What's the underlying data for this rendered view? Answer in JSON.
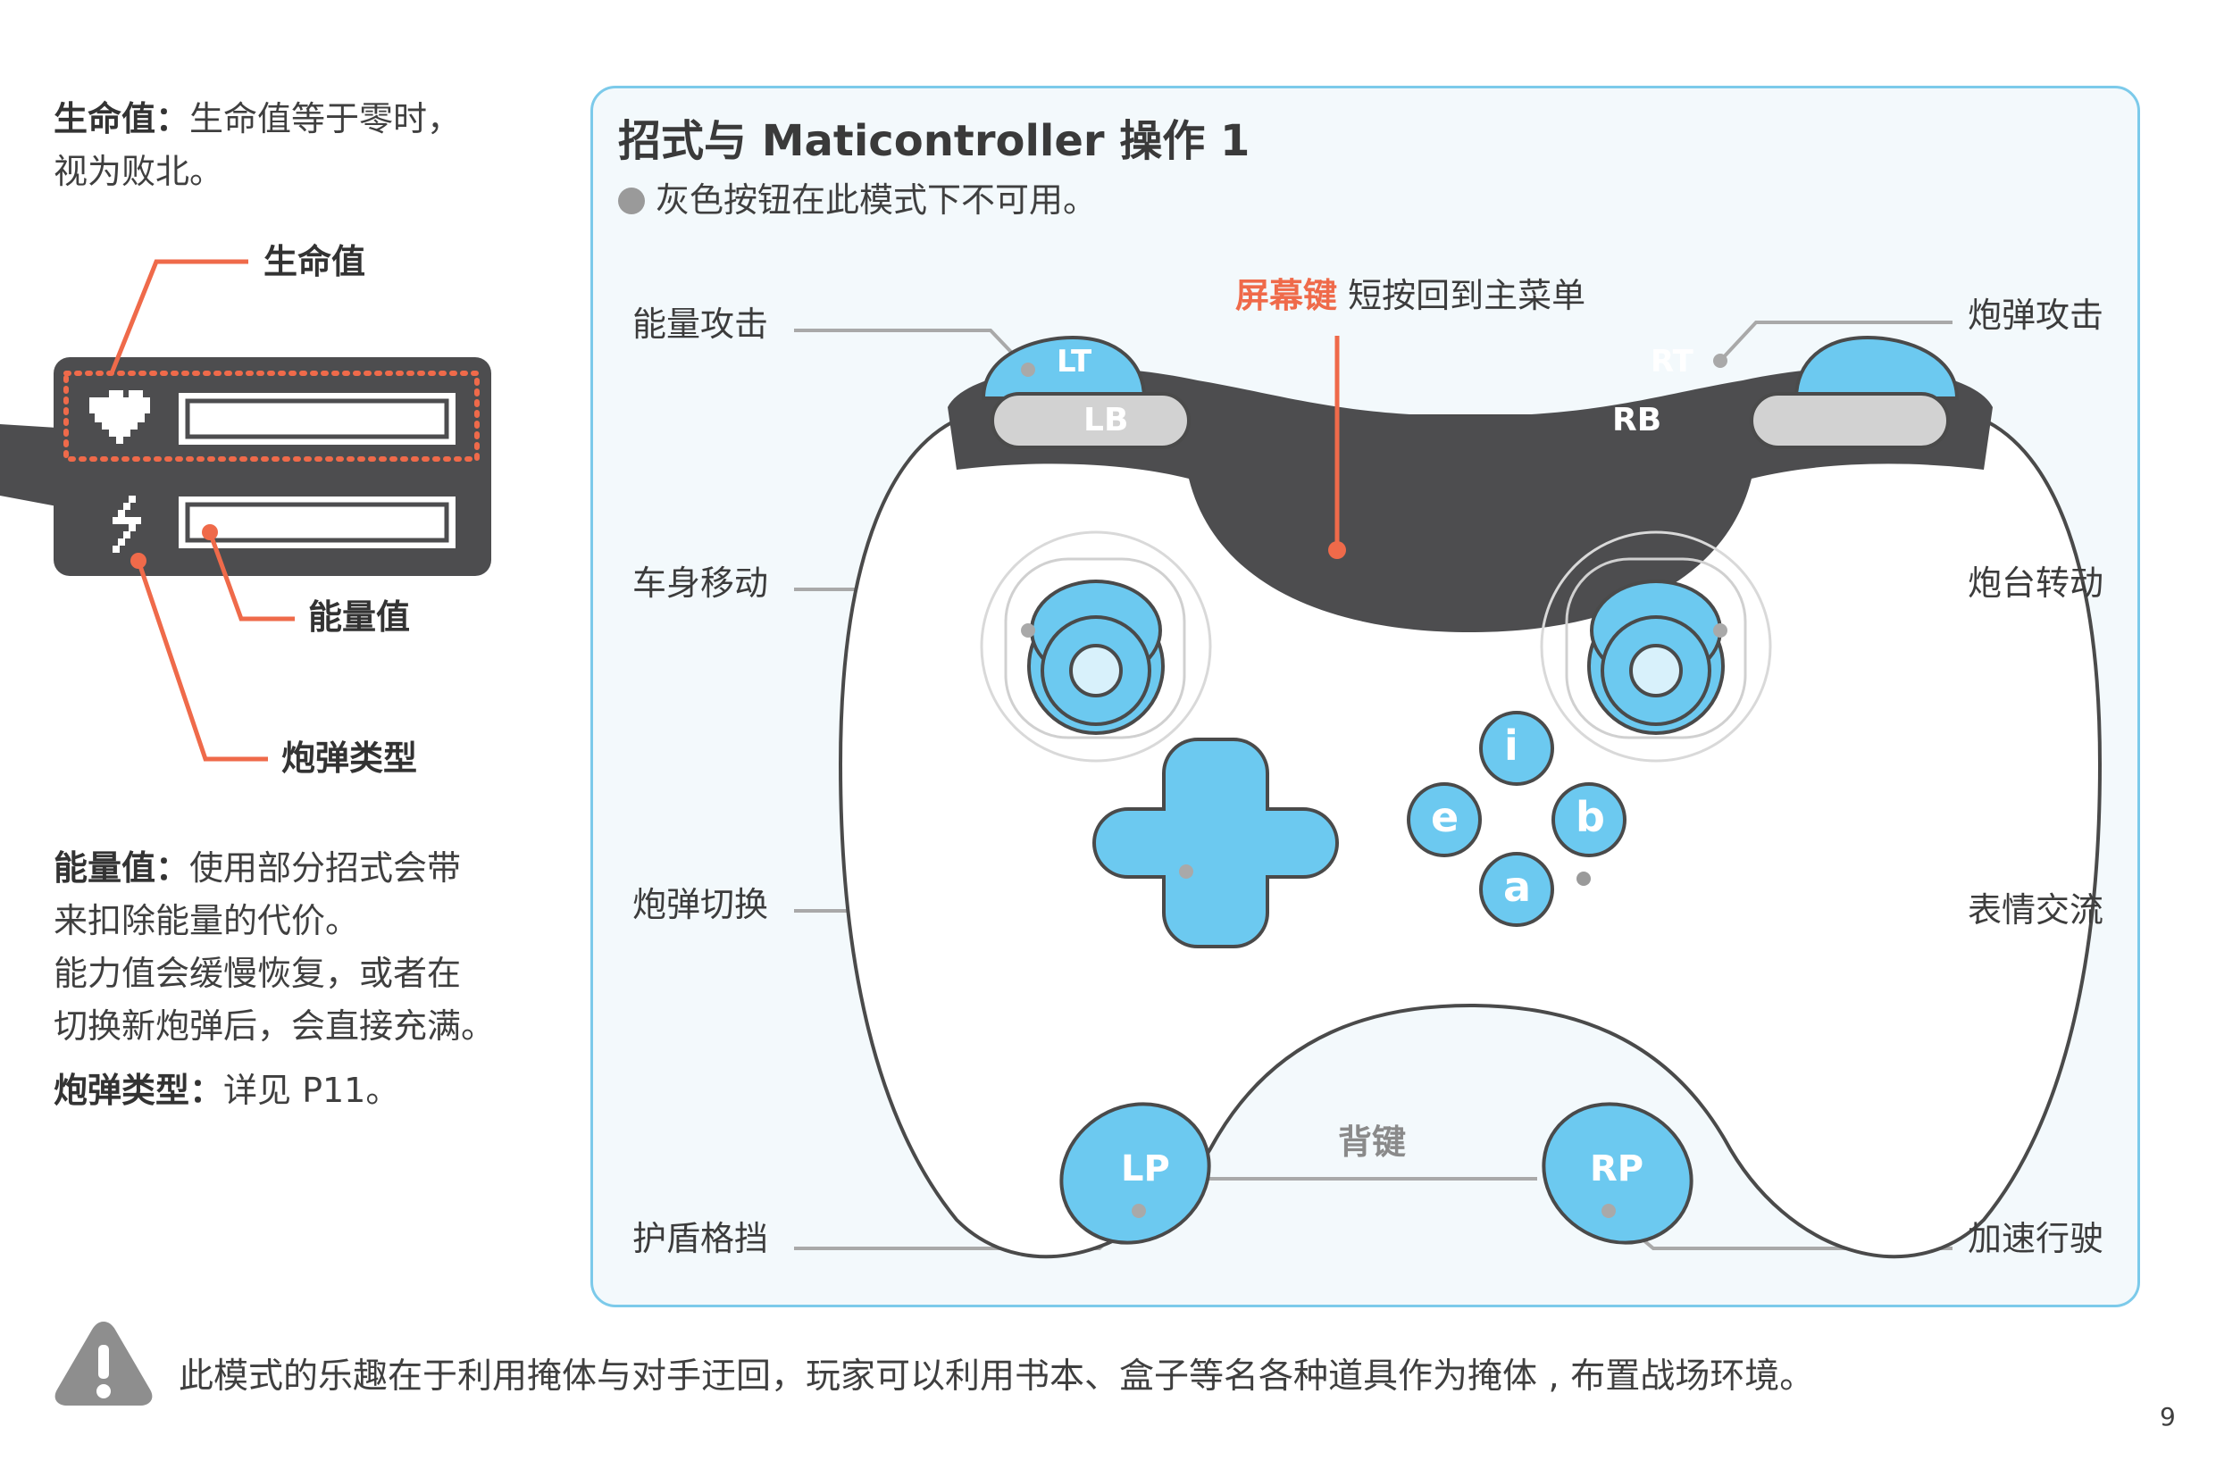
{
  "left": {
    "hp_desc_label": "生命值：",
    "hp_desc_text": "生命值等于零时，",
    "hp_desc_text2": "视为败北。",
    "hud_hp_label": "生命值",
    "hud_energy_label": "能量值",
    "hud_ammo_label": "炮弹类型",
    "energy_desc_label": "能量值：",
    "energy_desc_lines": [
      "使用部分招式会带",
      "来扣除能量的代价。",
      "能力值会缓慢恢复，或者在",
      "切换新炮弹后，会直接充满。"
    ],
    "ammo_desc_label": "炮弹类型：",
    "ammo_desc_text": "详见 P11。"
  },
  "panel": {
    "title": "招式与 Maticontroller 操作 1",
    "note": "灰色按钮在此模式下不可用。",
    "screen_key_label": "屏幕键",
    "screen_key_desc": "短按回到主菜单",
    "callouts": {
      "lt": "能量攻击",
      "rt": "炮弹攻击",
      "left_stick": "车身移动",
      "right_stick": "炮台转动",
      "dpad": "炮弹切换",
      "face": "表情交流",
      "lp": "护盾格挡",
      "rp": "加速行驶",
      "back": "背键"
    },
    "buttons": {
      "lt": "LT",
      "rt": "RT",
      "lb": "LB",
      "rb": "RB",
      "lp": "LP",
      "rp": "RP",
      "face_top": "i",
      "face_left": "e",
      "face_right": "b",
      "face_bottom": "a"
    }
  },
  "footer": {
    "warning": "此模式的乐趣在于利用掩体与对手迂回，玩家可以利用书本、盒子等名各种道具作为掩体 , 布置战场环境。",
    "page_number": "9"
  },
  "colors": {
    "accent_blue": "#6cc9f0",
    "panel_border": "#7ccaea",
    "panel_bg": "#f3f9fc",
    "orange": "#ef6a4a",
    "dark_gray": "#4d4d4f",
    "light_gray": "#c8c8c8"
  }
}
